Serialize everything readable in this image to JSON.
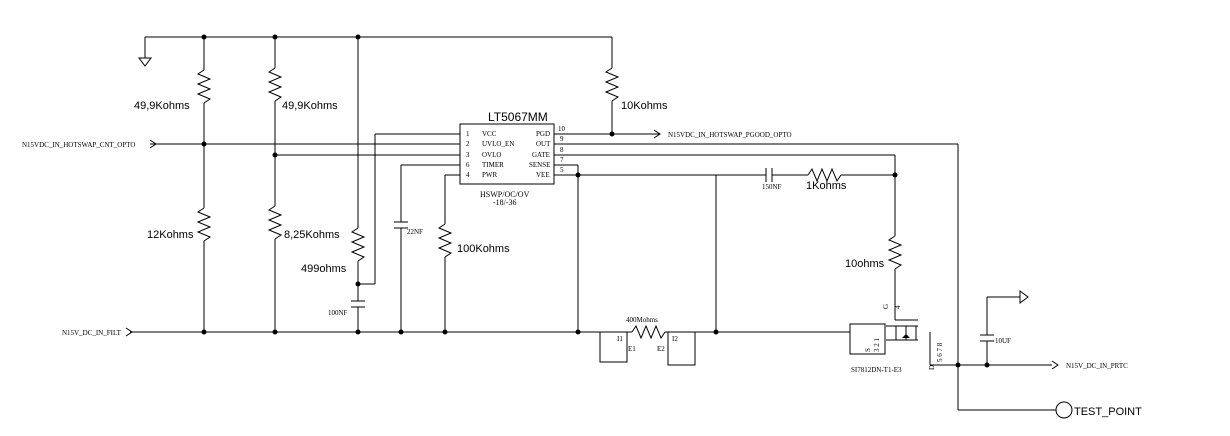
{
  "schematic": {
    "chip": {
      "name": "LT5067MM",
      "subtitle_line1": "HSWP/OC/OV",
      "subtitle_line2": "-18/-36",
      "pins_left": [
        {
          "num": "1",
          "name": "VCC"
        },
        {
          "num": "2",
          "name": "UVLO_EN"
        },
        {
          "num": "3",
          "name": "OVLO"
        },
        {
          "num": "6",
          "name": "TIMER"
        },
        {
          "num": "4",
          "name": "PWR"
        }
      ],
      "pins_right": [
        {
          "num": "10",
          "name": "PGD"
        },
        {
          "num": "9",
          "name": "OUT"
        },
        {
          "num": "8",
          "name": "GATE"
        },
        {
          "num": "7",
          "name": "SENSE"
        },
        {
          "num": "5",
          "name": "VEE"
        }
      ]
    },
    "components": {
      "r1": "49,9Kohms",
      "r2": "49,9Kohms",
      "r3": "10Kohms",
      "r4": "12Kohms",
      "r5": "8,25Kohms",
      "r6": "499ohms",
      "r7": "100Kohms",
      "r8": "1Kohms",
      "r9": "10ohms",
      "rsense": "400Mohms",
      "c1": "100NF",
      "c2": "22NF",
      "c3": "150NF",
      "c4": "10UF"
    },
    "sense_labels": {
      "i1": "I1",
      "i2": "I2",
      "e1": "E1",
      "e2": "E2"
    },
    "mosfet": {
      "part": "SI7812DN-T1-E3",
      "pin_g": "G",
      "pin_g_num": "4",
      "pin_s": "S",
      "pins_s_nums": "3 2 1",
      "pin_d": "D",
      "pins_d_nums": "5 6 7 8"
    },
    "nets": {
      "in_cnt": "N15VDC_IN_HOTSWAP_CNT_OPTO",
      "pgood": "N15VDC_IN_HOTSWAP_PGOOD_OPTO",
      "filt": "N15V_DC_IN_FILT",
      "prtc": "N15V_DC_IN_PRTC",
      "test_point": "TEST_POINT"
    }
  }
}
